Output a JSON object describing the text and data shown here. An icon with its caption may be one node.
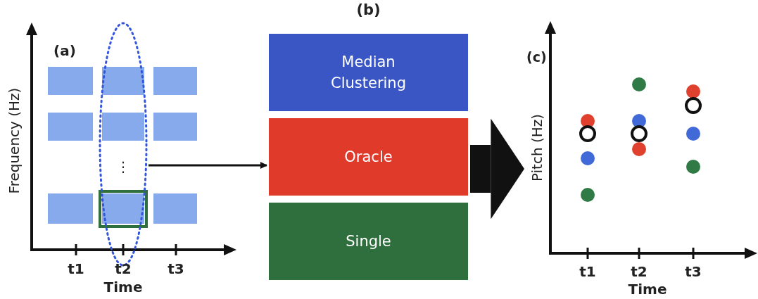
{
  "diagram": {
    "nodes": [
      {
        "text": [],
        "shape": "ellipse"
      },
      {
        "text": [
          "(b)"
        ]
      },
      {
        "text": [
          "Median Clustering"
        ],
        "in": 1
      },
      {
        "text": [
          "Oracle"
        ],
        "in": 1
      },
      {
        "text": [
          "Single"
        ],
        "in": 1
      },
      {
        "text": [
          "(c)"
        ]
      }
    ],
    "edges": [
      {
        "from": 0,
        "to": 1,
        "arrow": "to"
      },
      {
        "from": 1,
        "to": 5,
        "arrow": "to",
        "style": "thick"
      }
    ],
    "labels": [
      "(a)",
      "Frequency (Hz)",
      "⋮",
      "t1",
      "t2",
      "t3",
      "Time",
      "Pitch (Hz)",
      "t1",
      "t2",
      "t3",
      "Time"
    ]
  }
}
